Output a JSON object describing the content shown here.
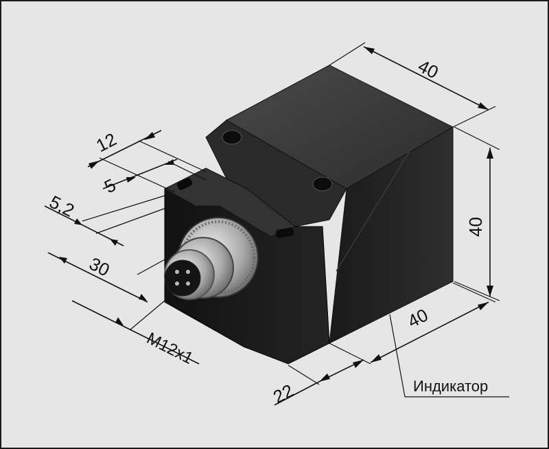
{
  "dimensions": {
    "top_depth": "40",
    "height": "40",
    "width": "40",
    "slot_length": "12",
    "slot_width": "5",
    "face_thickness": "5,2",
    "connector_center": "30",
    "connector_thread": "M12x1",
    "face_offset": "22"
  },
  "labels": {
    "indicator": "Индикатор"
  },
  "colors": {
    "background": "#e6e6e6",
    "body_dark": "#1e1e1e",
    "body_top": "#3c3c3c",
    "body_side": "#262626",
    "metal": "#b8b8b8"
  }
}
